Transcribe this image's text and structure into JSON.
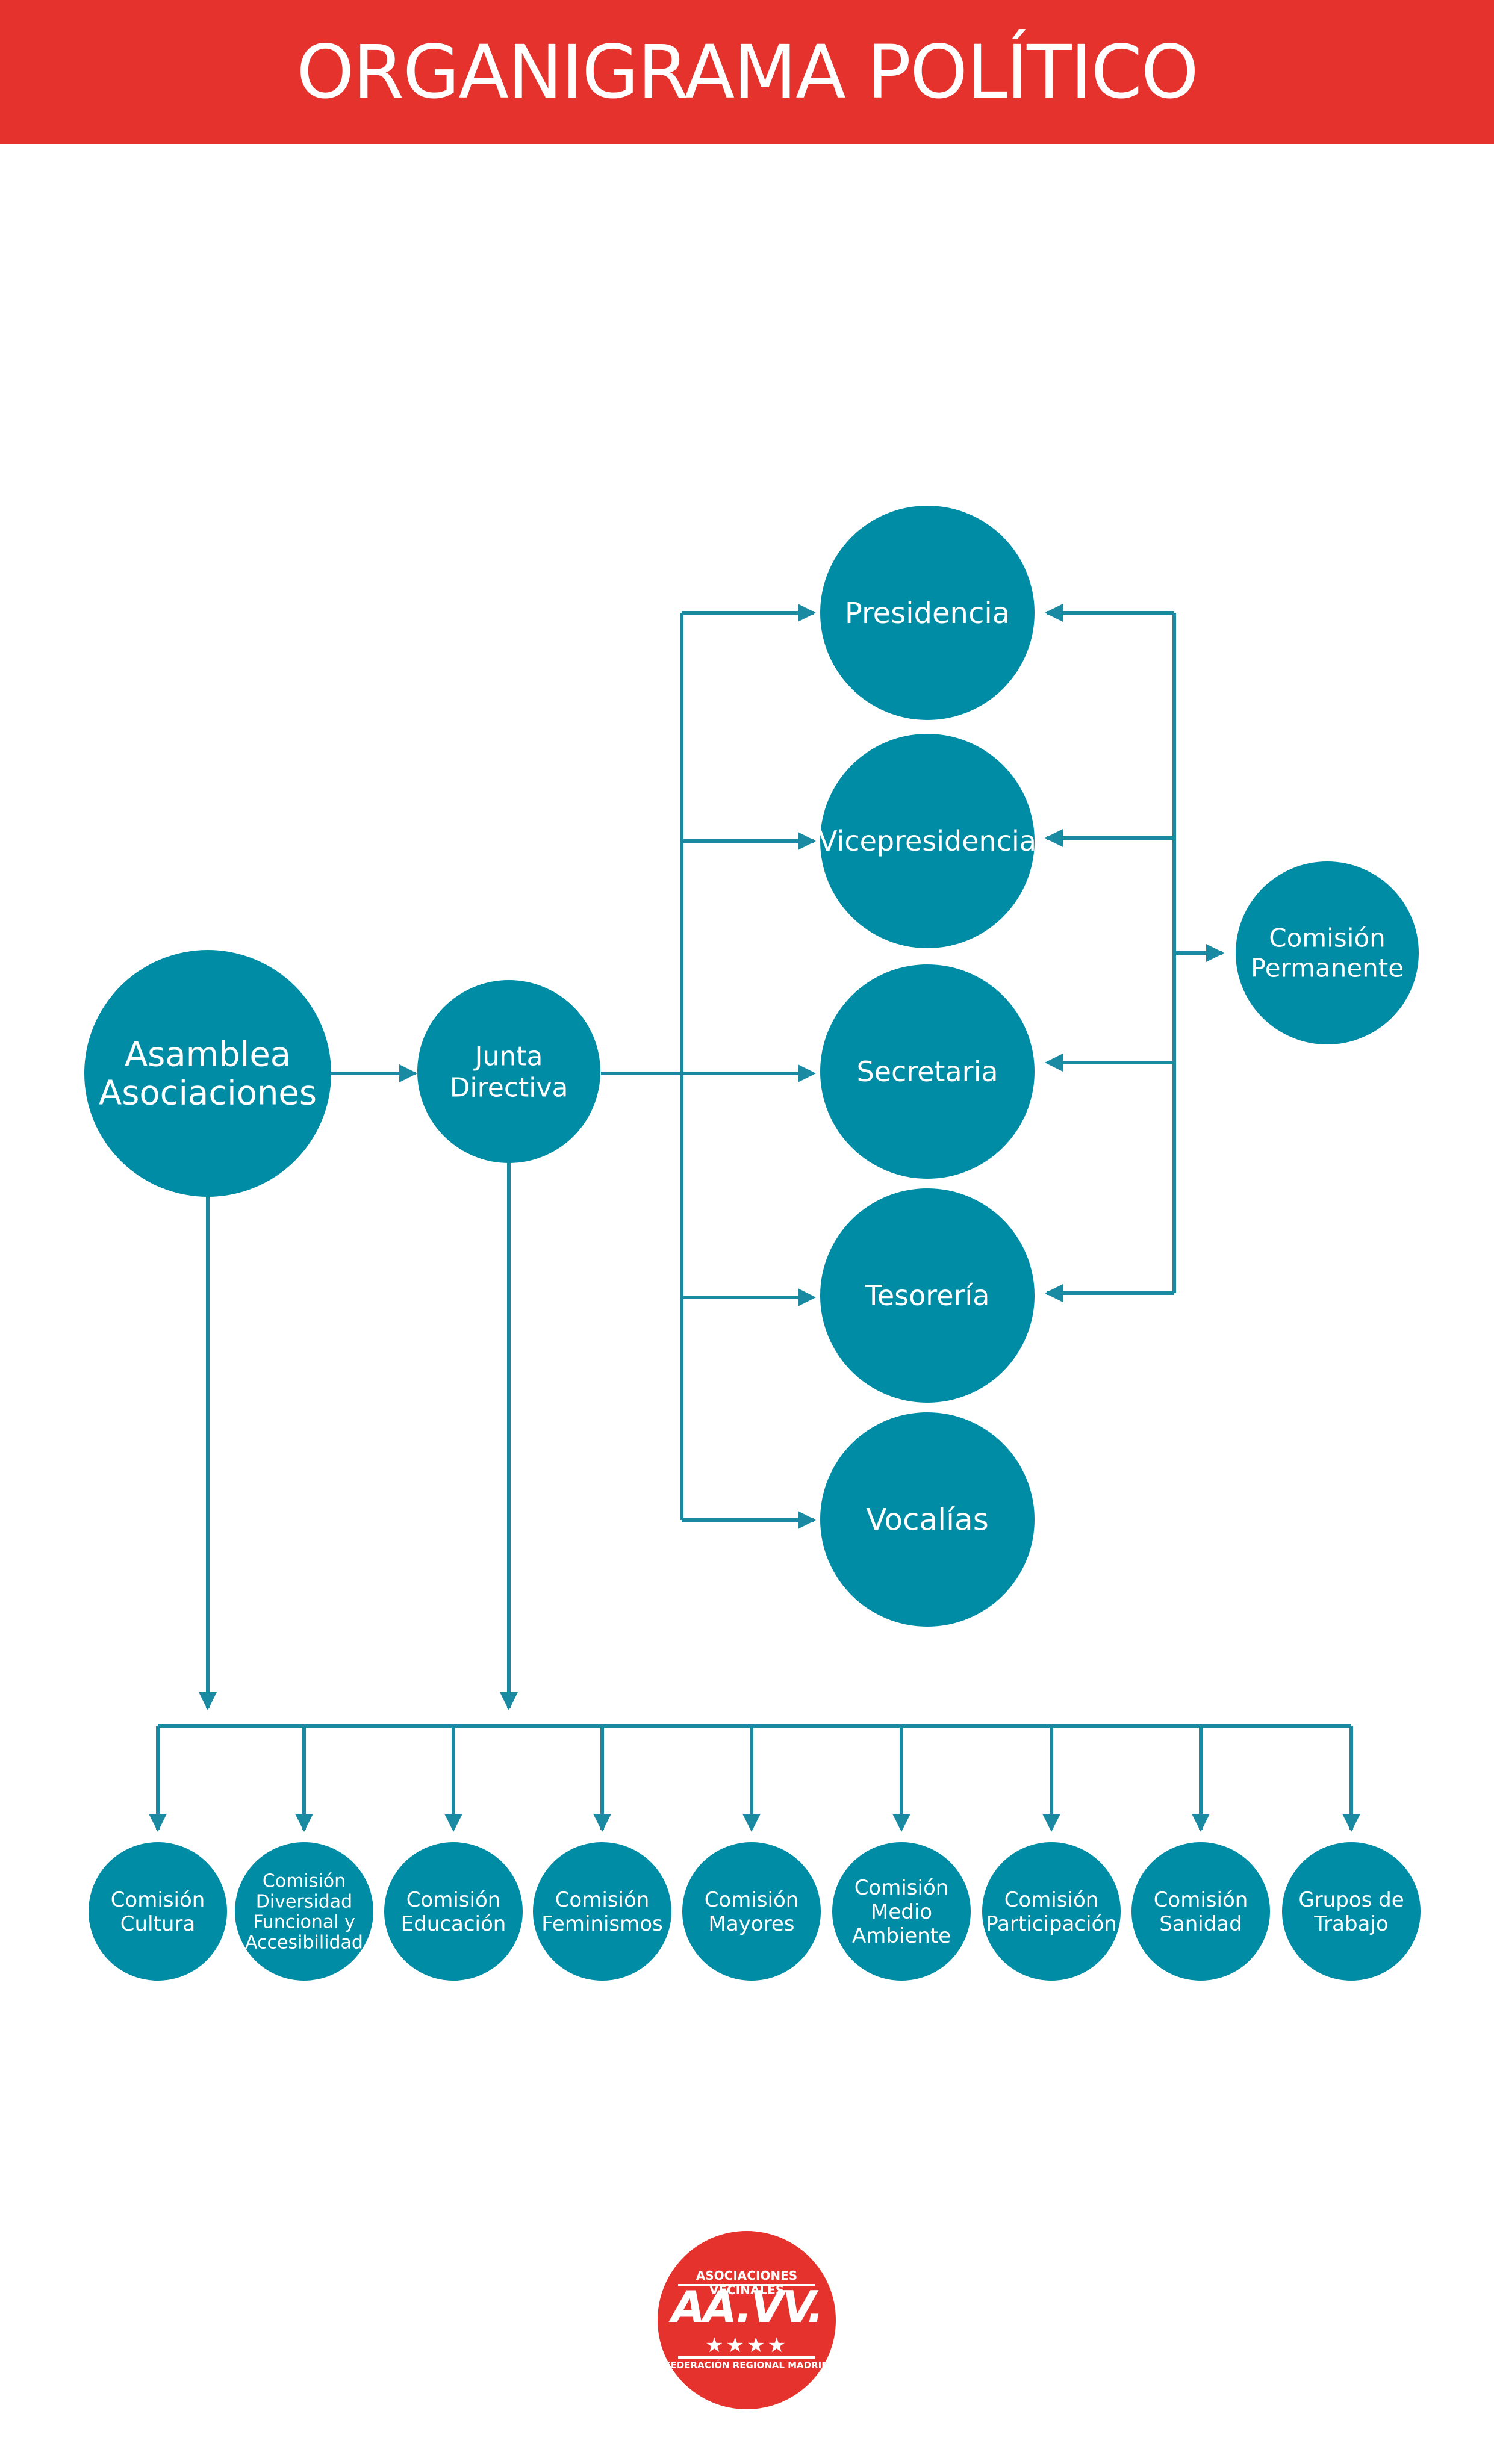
{
  "title": "ORGANIGRAMA POLÍTICO",
  "colors": {
    "header": "#e5322c",
    "node": "#008ca5",
    "line": "#1a8aa3",
    "logo": "#e5322c"
  },
  "nodes": {
    "asamblea": [
      "Asamblea",
      "Asociaciones"
    ],
    "junta": [
      "Junta",
      "Directiva"
    ],
    "presidencia": [
      "Presidencia"
    ],
    "vicepresidencia": [
      "Vicepresidencia"
    ],
    "secretaria": [
      "Secretaria"
    ],
    "tesoreria": [
      "Tesorería"
    ],
    "vocalias": [
      "Vocalías"
    ],
    "permanente": [
      "Comisión",
      "Permanente"
    ]
  },
  "comisiones": [
    [
      "Comisión",
      "Cultura"
    ],
    [
      "Comisión",
      "Diversidad",
      "Funcional y",
      "Accesibilidad"
    ],
    [
      "Comisión",
      "Educación"
    ],
    [
      "Comisión",
      "Feminismos"
    ],
    [
      "Comisión",
      "Mayores"
    ],
    [
      "Comisión",
      "Medio",
      "Ambiente"
    ],
    [
      "Comisión",
      "Participación"
    ],
    [
      "Comisión",
      "Sanidad"
    ],
    [
      "Grupos de",
      "Trabajo"
    ]
  ],
  "logo": {
    "top_text": "ASOCIACIONES VECINALES",
    "main_text": "AA.VV.",
    "bottom_text": "FEDERACIÓN REGIONAL MADRID",
    "stars": "★★★★"
  }
}
